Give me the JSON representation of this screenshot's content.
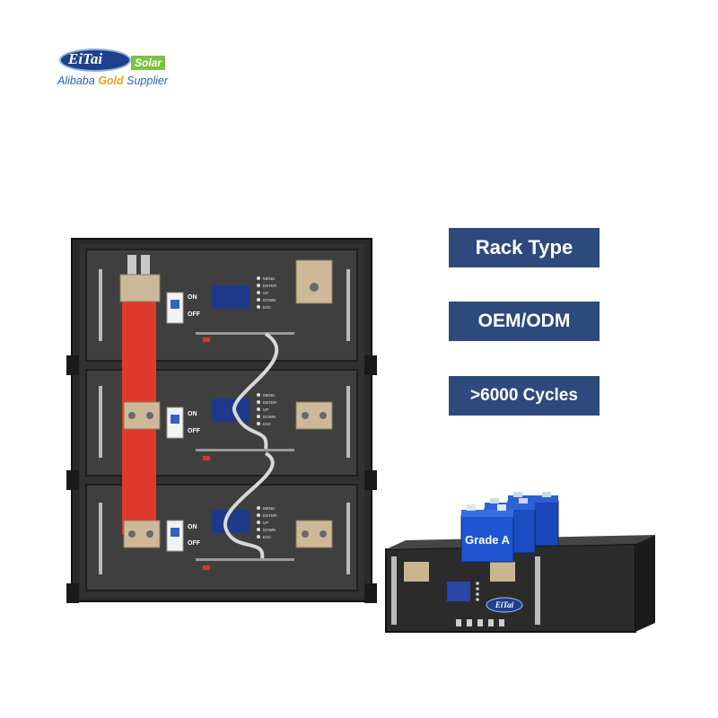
{
  "logo": {
    "brand": "EiTai",
    "sub": "Solar",
    "supplier_prefix": "Alibaba ",
    "supplier_gold": "Gold",
    "supplier_suffix": " Supplier"
  },
  "tags": [
    "Rack Type",
    "OEM/ODM",
    ">6000 Cycles"
  ],
  "panel": {
    "switch_on": "ON",
    "switch_off": "OFF",
    "menu": [
      "MENU",
      "ENTER",
      "UP",
      "DOWN",
      "ESC"
    ]
  },
  "cell_label": "Grade A",
  "unit_logo": "EiTai",
  "colors": {
    "tag_bg": "#2e4a7d",
    "busbar": "#e03a2e",
    "brand_blue": "#1f3f8f",
    "brand_green": "#7cc242"
  }
}
